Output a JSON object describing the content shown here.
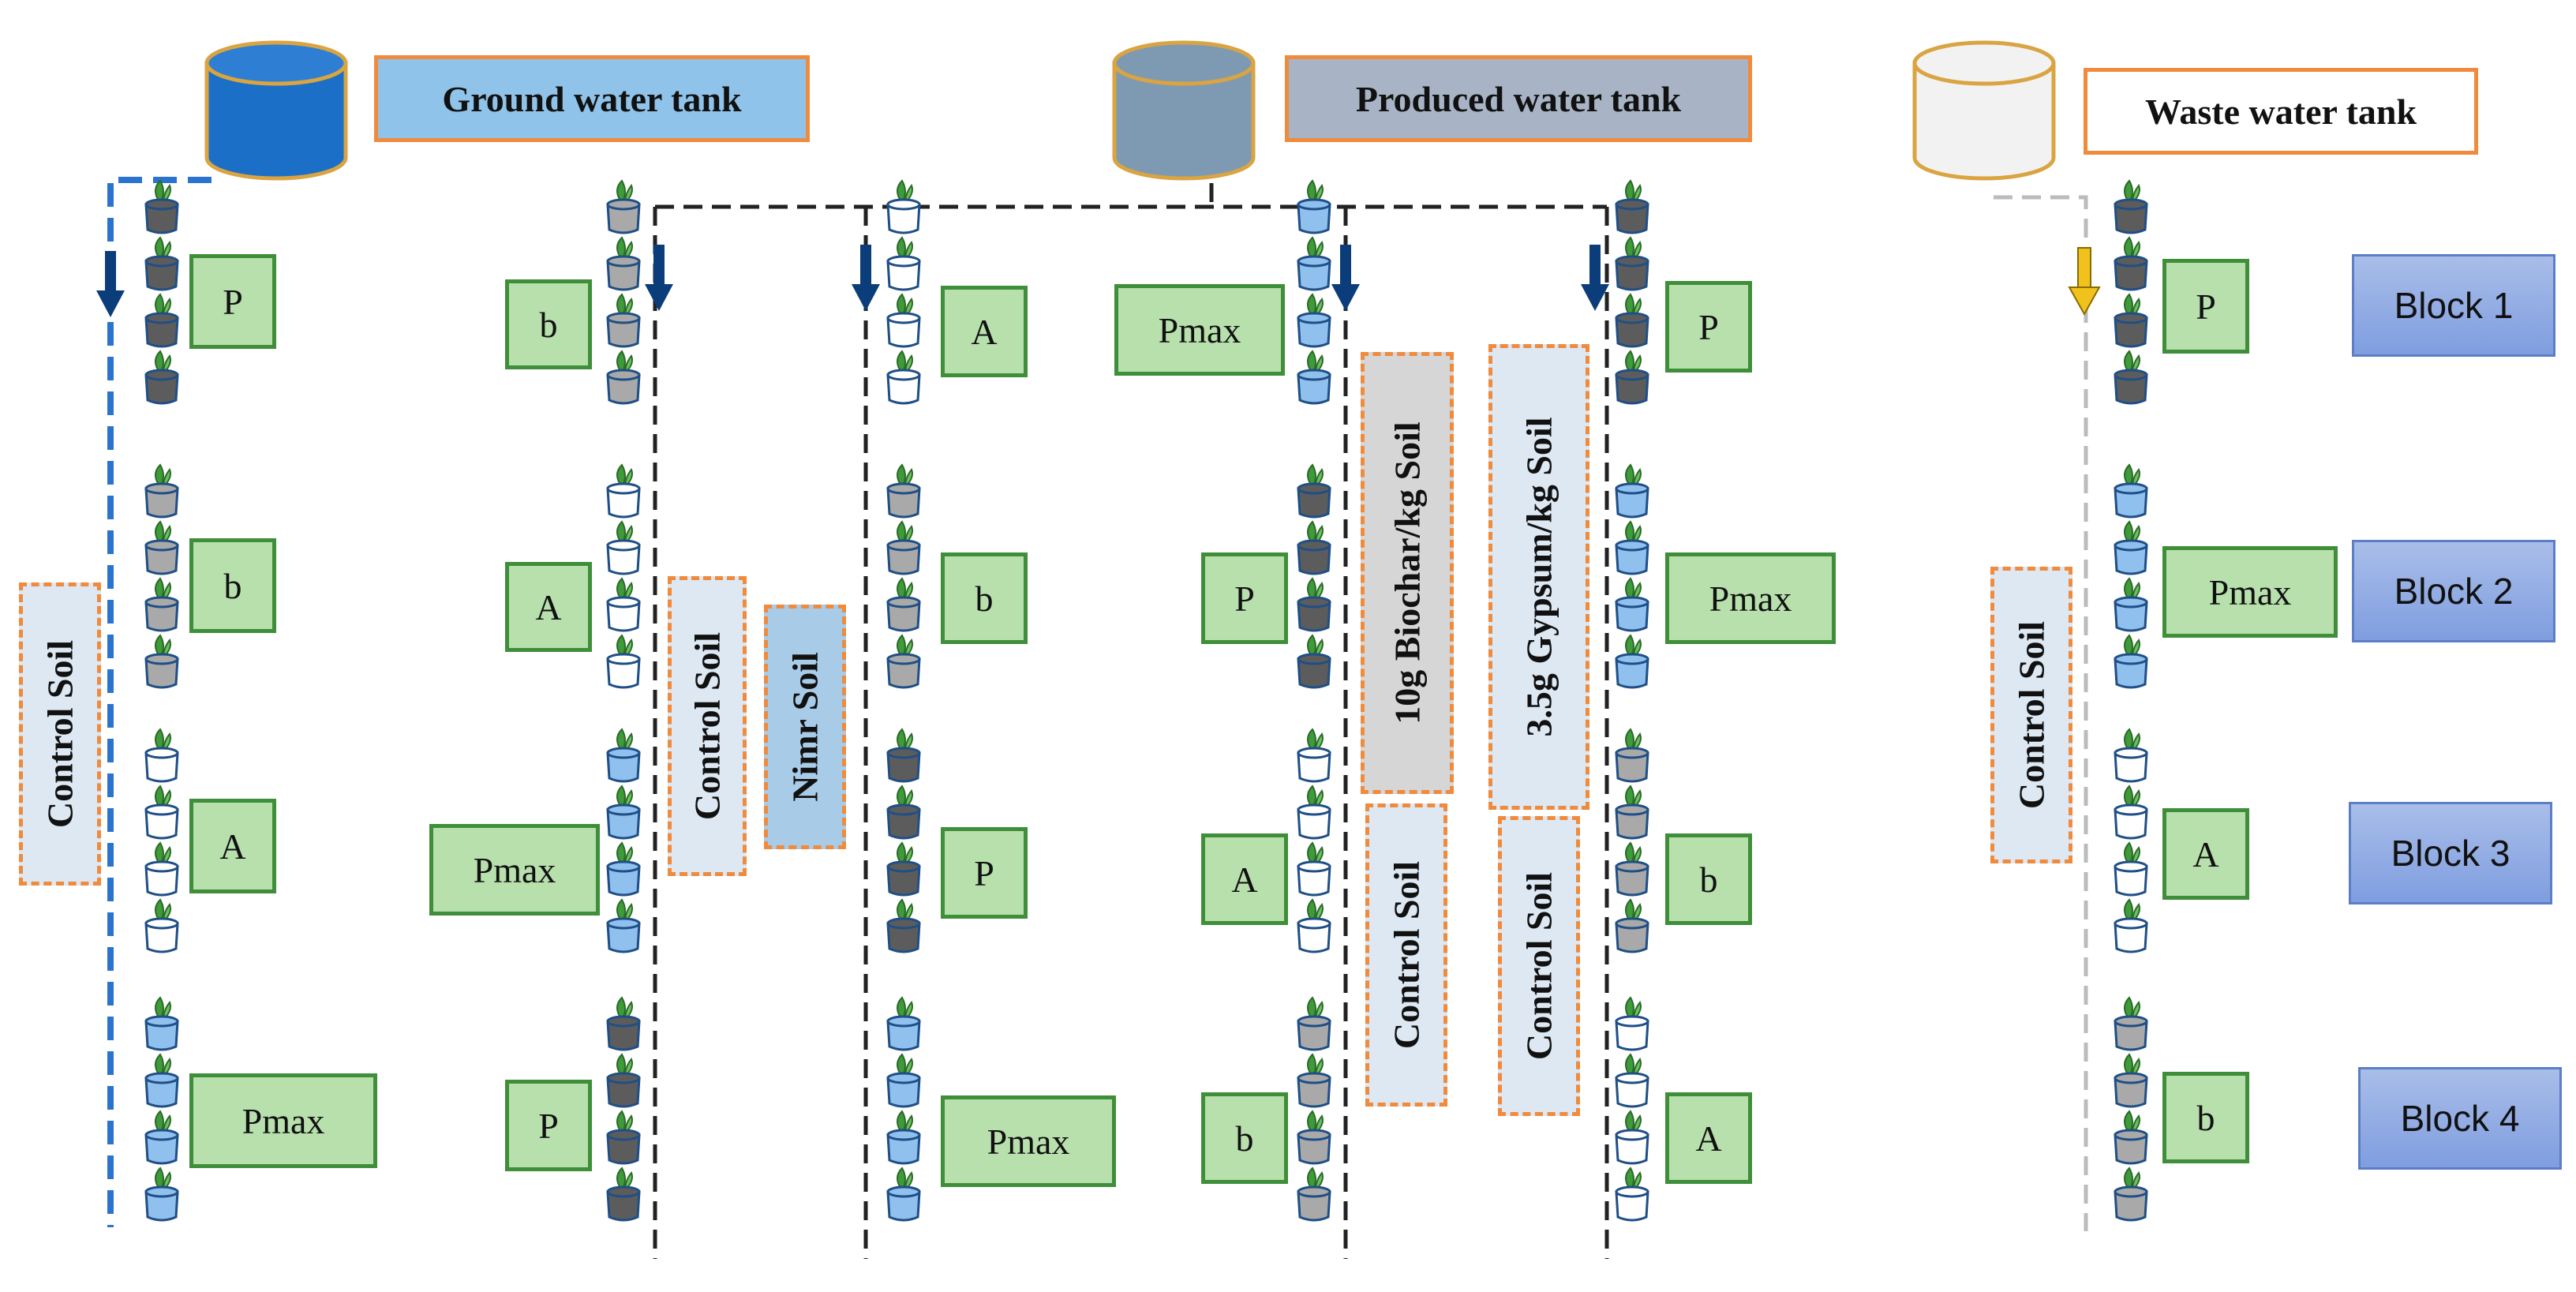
{
  "tanks": {
    "ground": {
      "label": "Ground water tank",
      "color": "#1b6fc7",
      "top_color": "#2e7fd3"
    },
    "produced": {
      "label": "Produced water tank",
      "color": "#7e9ab3",
      "top_color": "#7e9ab3"
    },
    "waste": {
      "label": "Waste water tank",
      "color": "#f2f2f2",
      "top_color": "#f2f2f2"
    }
  },
  "colors": {
    "tank_rim": "#d9a441",
    "ground_line": "#2a74d0",
    "produced_line": "#222222",
    "waste_line": "#bbbbbb",
    "label_fill": "#b8e0ad",
    "label_border": "#3f8e3a",
    "orange_dash": "#f08a3c",
    "arrow_blue": "#0b3d7a",
    "arrow_yellow": "#f1c21b",
    "pot_white": "#ffffff",
    "pot_gray": "#a9a9a9",
    "pot_dark": "#5c5c5c",
    "pot_blue": "#8fc0ee",
    "plant": "#3f9a3a"
  },
  "soil_labels": {
    "control": "Control Soil",
    "nimr": "Nimr Soil",
    "biochar": "10g Biochar/kg Soil",
    "gypsum": "3.5g Gypsum/kg Soil"
  },
  "blocks": [
    "Block 1",
    "Block 2",
    "Block 3",
    "Block 4"
  ],
  "columns": [
    {
      "id": "gw-control",
      "labels": [
        "P",
        "b",
        "A",
        "Pmax"
      ],
      "pots": [
        "dark",
        "gray",
        "white",
        "blue"
      ]
    },
    {
      "id": "gw-nimr",
      "labels": [
        "b",
        "A",
        "Pmax",
        "P"
      ],
      "pots": [
        "gray",
        "white",
        "blue",
        "dark"
      ]
    },
    {
      "id": "pw-control",
      "labels": [
        "A",
        "b",
        "P",
        "Pmax"
      ],
      "pots": [
        "white",
        "gray",
        "dark",
        "blue"
      ]
    },
    {
      "id": "pw-biochar",
      "labels": [
        "Pmax",
        "P",
        "A",
        "b"
      ],
      "pots": [
        "blue",
        "dark",
        "white",
        "gray"
      ]
    },
    {
      "id": "pw-gypsum",
      "labels": [
        "P",
        "Pmax",
        "b",
        "A"
      ],
      "pots": [
        "dark",
        "blue",
        "gray",
        "white"
      ]
    },
    {
      "id": "ww-control",
      "labels": [
        "P",
        "Pmax",
        "A",
        "b"
      ],
      "pots": [
        "dark",
        "blue",
        "white",
        "gray"
      ]
    }
  ]
}
